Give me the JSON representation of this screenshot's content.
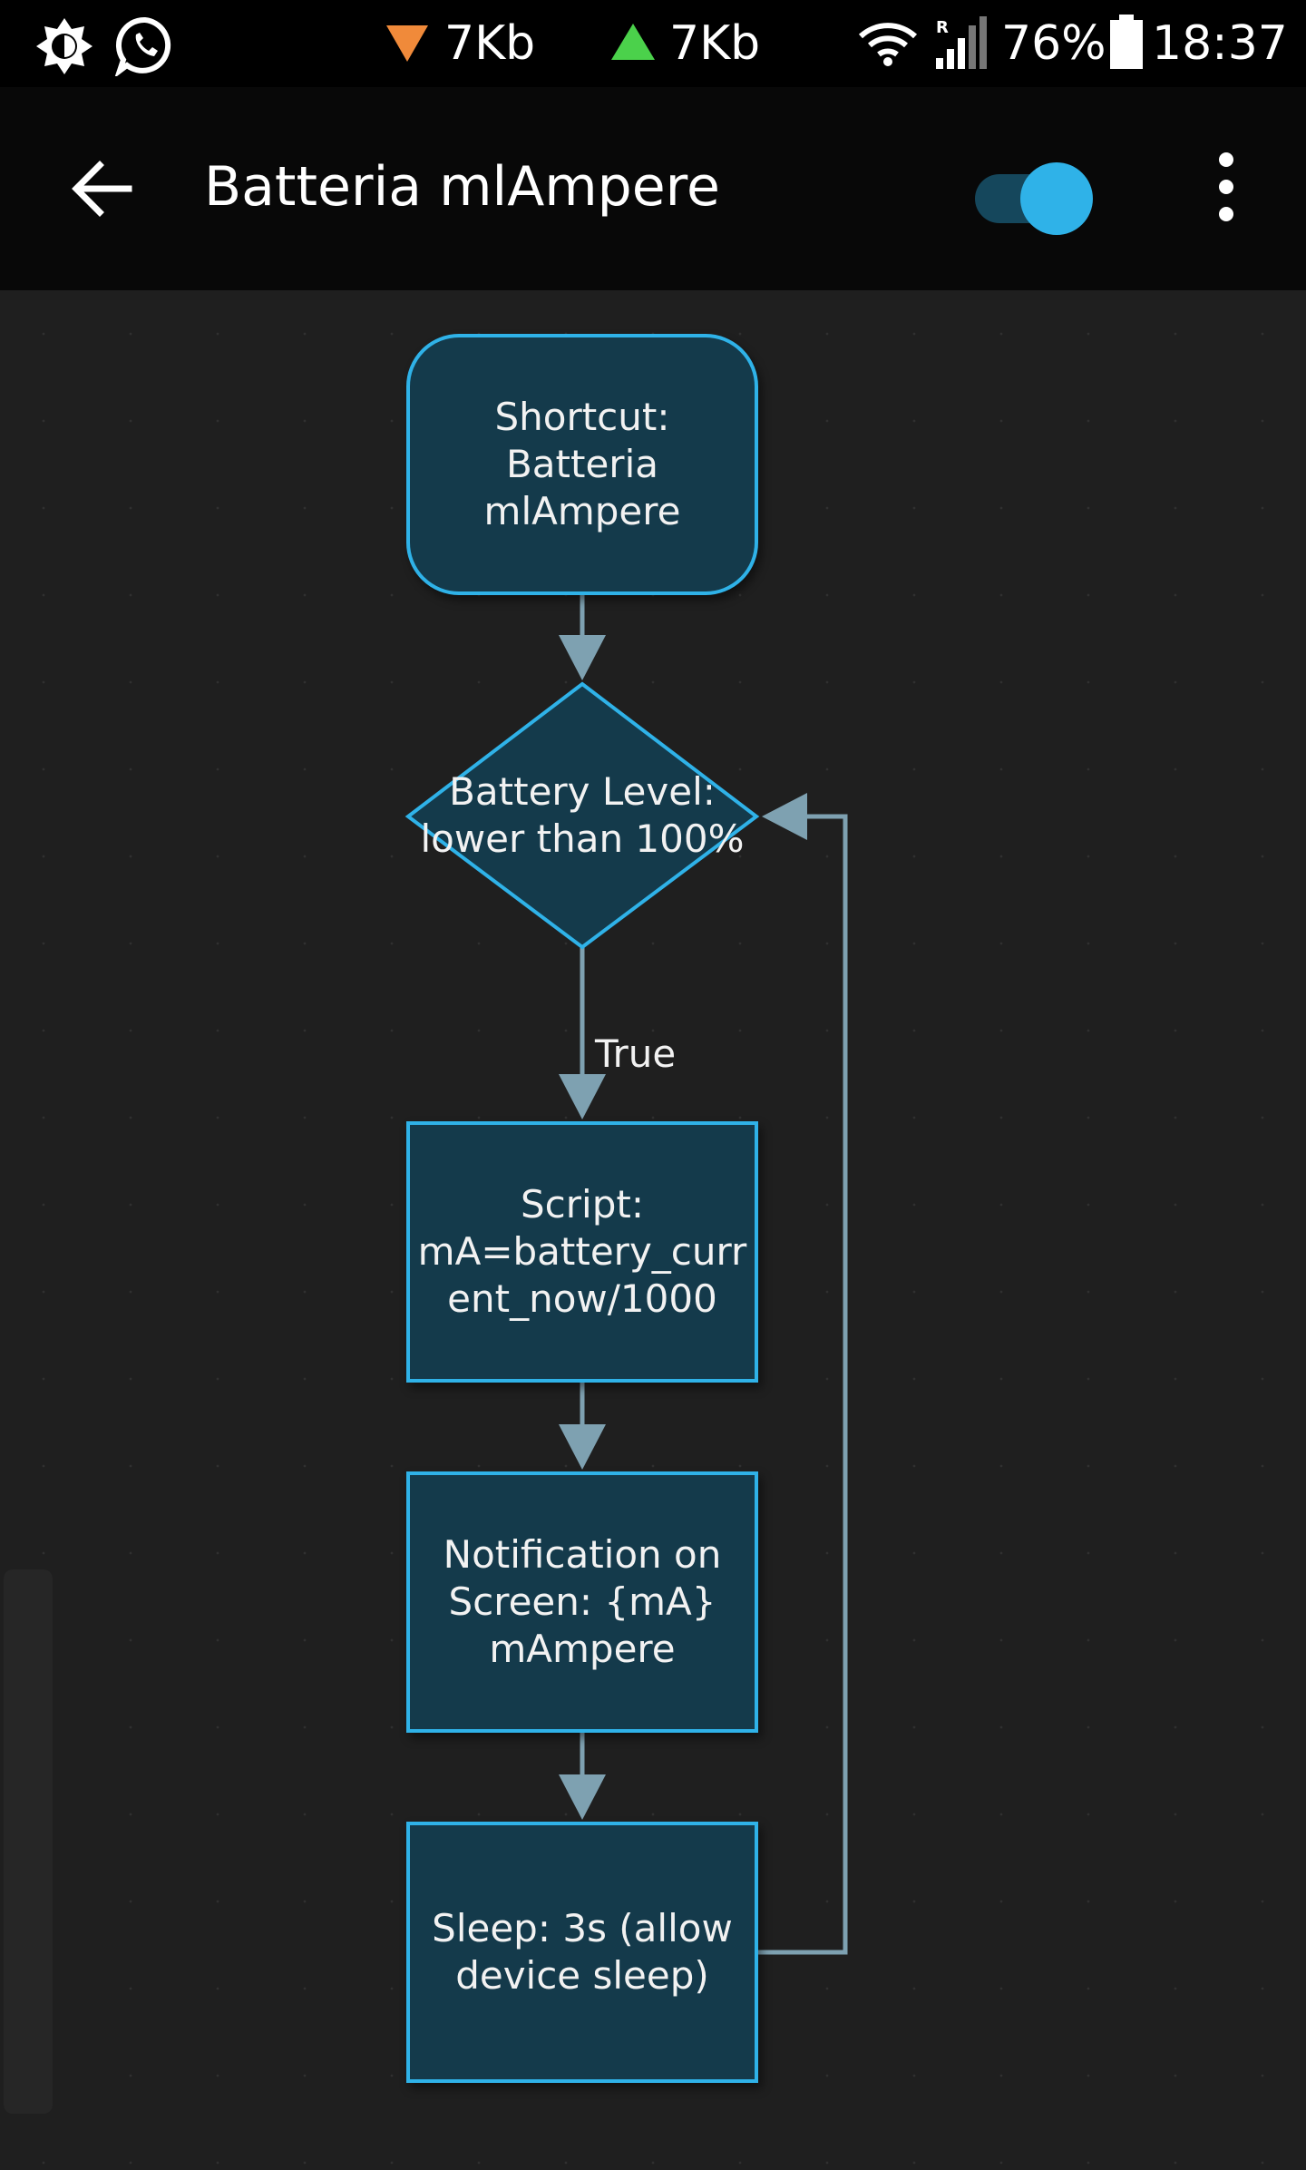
{
  "status_bar": {
    "download_speed": "7Kb",
    "upload_speed": "7Kb",
    "battery_percent": "76%",
    "time": "18:37",
    "icons": [
      "brightness-icon",
      "whatsapp-icon",
      "download-arrow-icon",
      "upload-arrow-icon",
      "wifi-icon",
      "signal-roaming-icon",
      "battery-icon"
    ],
    "download_color": "#f08a3a",
    "upload_color": "#4bd14b"
  },
  "app_bar": {
    "title": "Batteria mlAmpere",
    "toggle_on": true,
    "accent": "#2fb2e8"
  },
  "flow": {
    "start": "Shortcut:\nBatteria\nmlAmpere",
    "condition": "Battery Level:\nlower than 100%",
    "true_label": "True",
    "script": "Script:\nmA=battery_curr\nent_now/1000",
    "notification": "Notification on\nScreen: {mA}\nmAmpere",
    "sleep": "Sleep: 3s (allow\ndevice sleep)"
  },
  "colors": {
    "node_fill": "#143a4b",
    "node_border": "#2fb2e8",
    "connector": "#7ea1b1",
    "canvas": "#1f1f1f"
  }
}
